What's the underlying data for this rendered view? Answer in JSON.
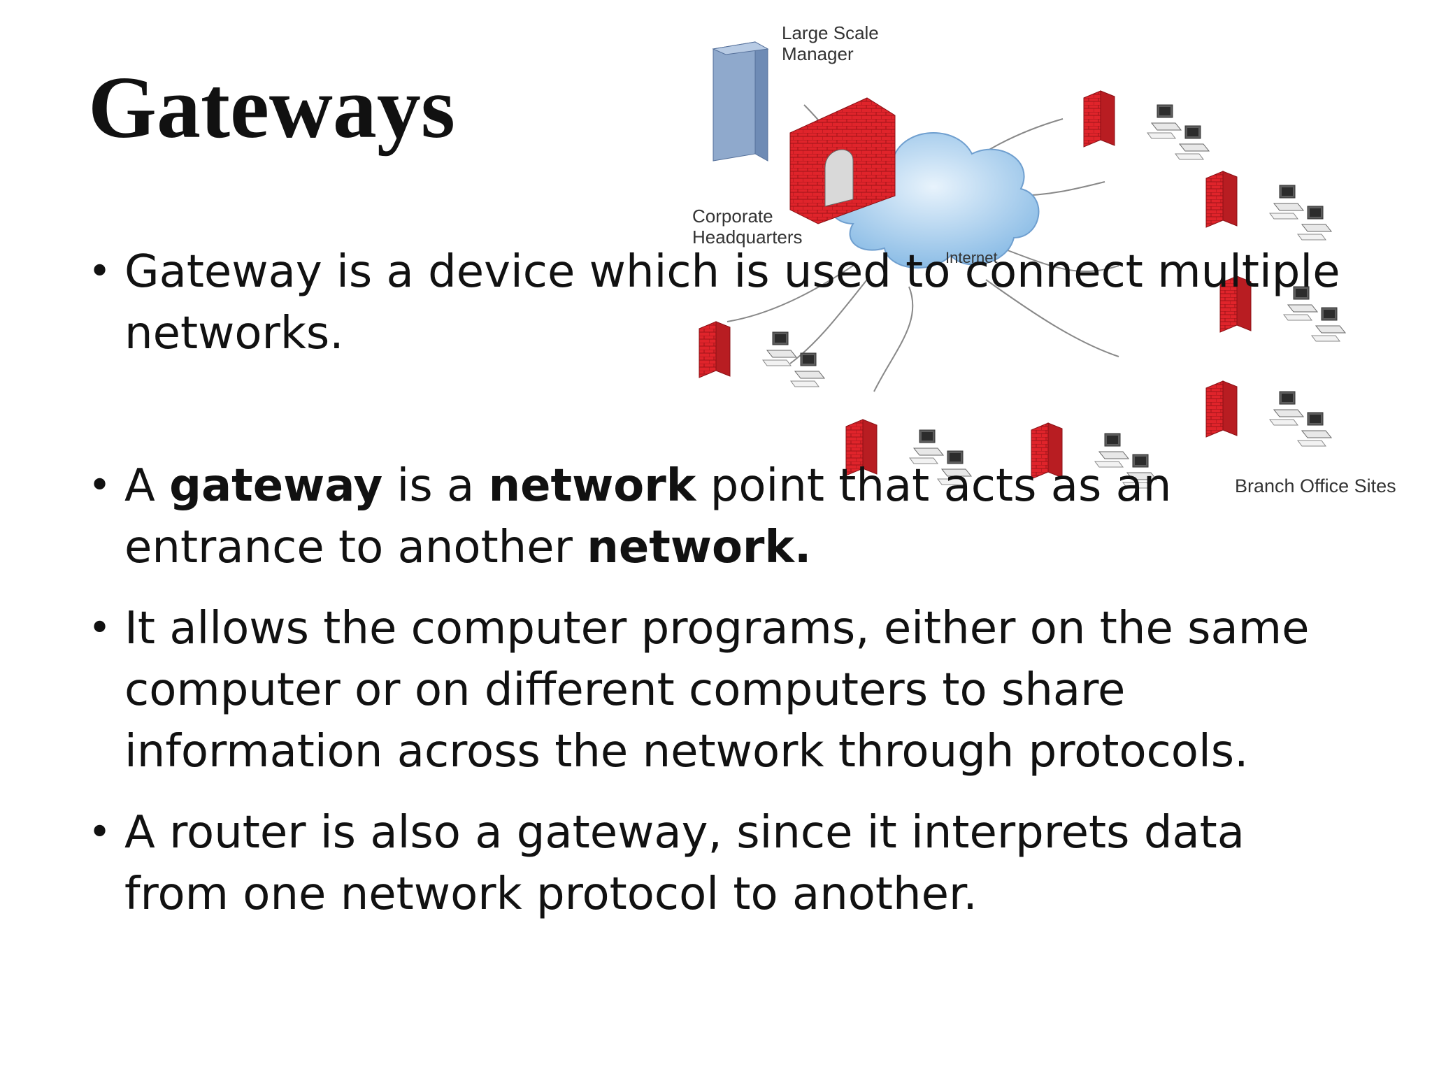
{
  "slide": {
    "title": "Gateways",
    "diagram": {
      "labels": {
        "manager": [
          "Large Scale",
          "Manager"
        ],
        "hq": [
          "Corporate",
          "Headquarters"
        ],
        "internet": "Internet",
        "branches": "Branch Office Sites"
      },
      "colors": {
        "firewall": "#e0242b",
        "cloud": "#a9cfee",
        "server": "#8fa9cc"
      }
    },
    "bullets": [
      {
        "parts": [
          {
            "text": "Gateway is a device which is used to connect multiple networks.",
            "bold": false
          }
        ]
      },
      {
        "parts": [
          {
            "text": "A ",
            "bold": false
          },
          {
            "text": "gateway",
            "bold": true
          },
          {
            "text": " is a ",
            "bold": false
          },
          {
            "text": "network",
            "bold": true
          },
          {
            "text": " point that acts as an entrance to another ",
            "bold": false
          },
          {
            "text": "network.",
            "bold": true
          }
        ]
      },
      {
        "parts": [
          {
            "text": "It allows the computer programs, either on the same computer or on different computers to share information across the network through protocols.",
            "bold": false
          }
        ]
      },
      {
        "parts": [
          {
            "text": " A router is also a gateway, since it interprets data from one network protocol to another.",
            "bold": false
          }
        ]
      }
    ]
  }
}
